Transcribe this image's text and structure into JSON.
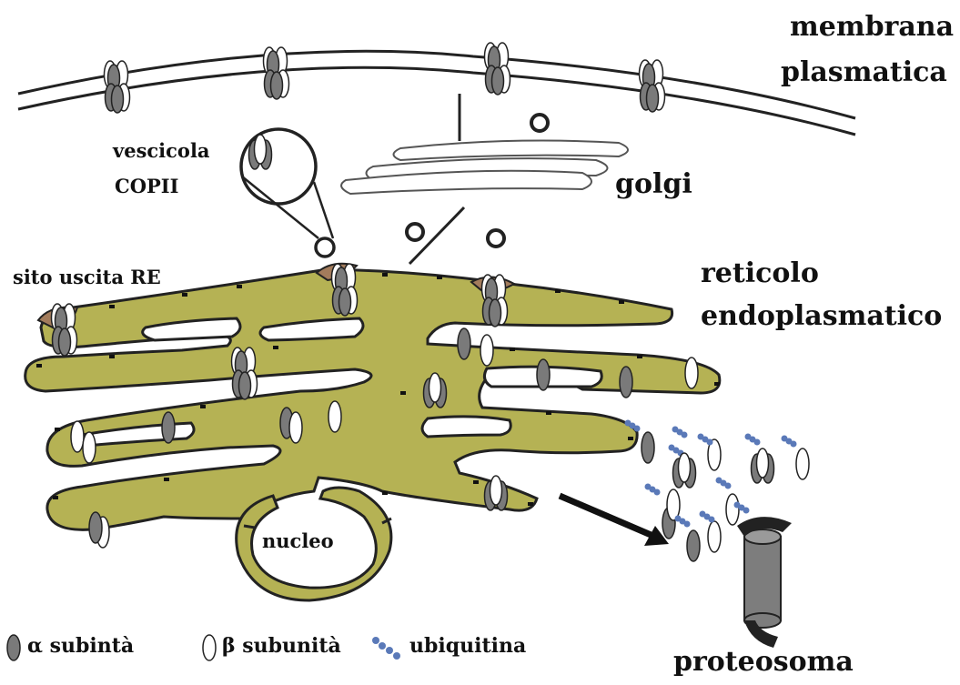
{
  "labels": {
    "membrane_line1": "membrana",
    "membrane_line2": "plasmatica",
    "vesicle_line1": "vescicola",
    "vesicle_line2": "COPII",
    "golgi": "golgi",
    "exit_site": "sito uscita RE",
    "er_line1": "reticolo",
    "er_line2": "endoplasmatico",
    "nucleus": "nucleo",
    "proteasome": "proteosoma"
  },
  "legend": {
    "alpha": "α subintà",
    "beta": "β subunità",
    "ubiquitin": "ubiquitina"
  },
  "colors": {
    "er_fill": "#b5b254",
    "alpha_subunit": "#7a7a7a",
    "beta_subunit": "#ffffff",
    "ubiquitin": "#5a79b8",
    "exit_site": "#a37c5c",
    "proteasome": "#7d7d7d"
  }
}
